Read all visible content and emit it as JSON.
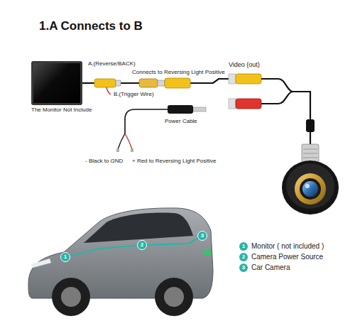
{
  "diagram": {
    "title": "1.A Connects to B",
    "nodes": [
      {
        "text": [
          "The Monitor Not Include"
        ]
      },
      {
        "text": [
          "Video (out)"
        ]
      }
    ],
    "edges": [
      {
        "from": 0,
        "to": 1,
        "arrow": "none"
      }
    ],
    "labels": [
      "A.(Reverse/BACK)",
      "Connects to Reversing Light Positive",
      "B.(Trigger Wire)",
      "Power Cable",
      "- Black to GND",
      "+ Red to Reversing Light Positive",
      "1",
      "2",
      "3",
      "1",
      "Monitor ( not included )",
      "2",
      "Camera Power Source",
      "3",
      "Car Camera"
    ]
  }
}
